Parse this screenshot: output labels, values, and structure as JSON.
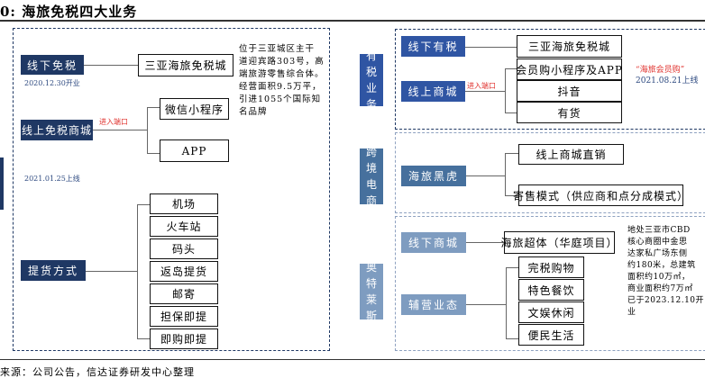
{
  "title": "0:  海旅免税四大业务",
  "source": "来源：公司公告，信达证券研发中心整理",
  "colors": {
    "dark_navy": "#1f3864",
    "mid_blue": "#2f55a3",
    "steel_blue": "#46709d",
    "pale_blue": "#7e9cc0",
    "red": "#e0322e"
  },
  "duty_free": {
    "offline": {
      "label": "线下免税",
      "date": "2020.12.30开业",
      "target": "三亚海旅免税城"
    },
    "note": [
      "位于三亚城区主干",
      "道迎宾路303号，高",
      "端旅游零售综合体。",
      "经营面积9.5万平，",
      "引进1055个国际知",
      "名品牌"
    ],
    "online": {
      "label": "线上免税商城",
      "entry": "进入端口",
      "targets": [
        "微信小程序",
        "APP"
      ],
      "date": "2021.01.25上线"
    },
    "pickup": {
      "label": "提货方式",
      "methods": [
        "机场",
        "火车站",
        "码头",
        "返岛提货",
        "邮寄",
        "担保即提",
        "即购即提"
      ]
    }
  },
  "taxed": {
    "tab": [
      "有",
      "税",
      "业",
      "务"
    ],
    "offline": {
      "label": "线下有税",
      "target": "三亚海旅免税城"
    },
    "online": {
      "label": "线上商城",
      "entry": "进入端口",
      "targets": [
        "会员购小程序及APP",
        "抖音",
        "有货"
      ]
    },
    "note_title": "“海旅会员购”",
    "note_date": "2021.08.21上线"
  },
  "cross_border": {
    "tab": [
      "跨",
      "境",
      "电",
      "商"
    ],
    "label": "海旅黑虎",
    "targets": [
      "线上商城直销",
      "寄售模式（供应商和点分成模式）"
    ]
  },
  "outlets": {
    "tab": [
      "奥",
      "特",
      "莱",
      "斯"
    ],
    "offline": {
      "label": "线下商城",
      "target": "海旅超体（华庭项目）"
    },
    "aux": {
      "label": "辅营业态",
      "targets": [
        "完税购物",
        "特色餐饮",
        "文娱休闲",
        "便民生活"
      ]
    },
    "note": [
      "地处三亚市CBD",
      "核心商圈中金思",
      "达家私广场东侧",
      "约180米，总建筑",
      "面积约10万㎡，",
      "商业面积约7万㎡",
      "已于2023.12.10开",
      "业"
    ]
  }
}
